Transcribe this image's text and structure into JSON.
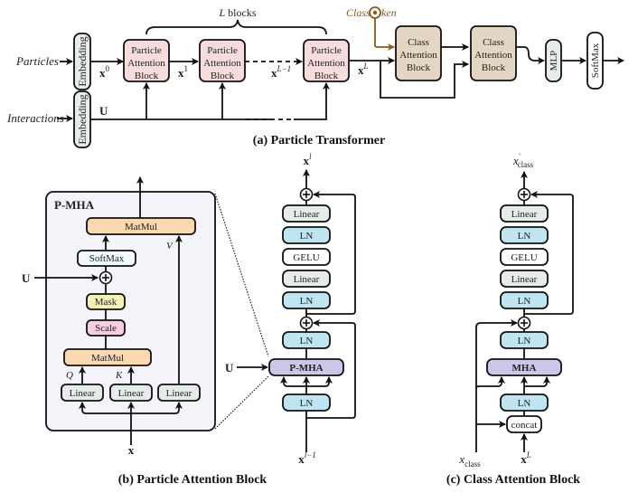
{
  "colors": {
    "particle_block": "#f6dcdc",
    "class_block": "#e3d6c2",
    "embedding": "#e6ece9",
    "linear": "#e6ece9",
    "ln": "#bfe6f0",
    "gelu": "#ffffff",
    "mha": "#cdc6e8",
    "matmul": "#fbd9b0",
    "softmax": "#f2fafa",
    "mask": "#f2f2b8",
    "scale": "#f7cde0",
    "pmha_panel": "#f5f4fb",
    "class_token": "#8a5a1c"
  },
  "panel_a": {
    "caption": "(a) Particle Transformer",
    "inputs": {
      "particles": "Particles",
      "interactions": "Interactions"
    },
    "embedding_label": "Embedding",
    "brace_label": "L blocks",
    "particle_block_label": [
      "Particle",
      "Attention",
      "Block"
    ],
    "class_block_label": [
      "Class",
      "Attention",
      "Block"
    ],
    "class_token_label": "Class token",
    "mlp_label": "MLP",
    "softmax_label": "SoftMax",
    "vars": {
      "x0": "x",
      "x0_sup": "0",
      "x1": "x",
      "x1_sup": "1",
      "xl1": "x",
      "xl1_sup": "L−1",
      "xL": "x",
      "xL_sup": "L",
      "U": "U"
    }
  },
  "panel_b": {
    "caption": "(b) Particle Attention Block",
    "pmha_title": "P-MHA",
    "pmha": {
      "matmul_top": "MatMul",
      "softmax": "SoftMax",
      "mask": "Mask",
      "scale": "Scale",
      "matmul_bottom": "MatMul",
      "linear": "Linear",
      "q": "Q",
      "k": "K",
      "v": "V",
      "u": "U",
      "x": "x"
    },
    "stack": {
      "output": "x",
      "output_sup": "l",
      "layers_top": [
        "Linear",
        "LN",
        "GELU",
        "Linear",
        "LN"
      ],
      "ln_after_mha": "LN",
      "mha": "P-MHA",
      "ln_before_mha": "LN",
      "input": "x",
      "input_sup": "l−1",
      "u": "U"
    }
  },
  "panel_c": {
    "caption": "(c) Class Attention Block",
    "stack": {
      "output": "x",
      "output_sup": "′",
      "output_sub": "class",
      "layers_top": [
        "Linear",
        "LN",
        "GELU",
        "Linear",
        "LN"
      ],
      "ln_after_mha": "LN",
      "mha": "MHA",
      "ln_before_mha": "LN",
      "concat": "concat",
      "input_class": "x",
      "input_class_sub": "class",
      "input_x": "x",
      "input_x_sup": "L"
    }
  }
}
